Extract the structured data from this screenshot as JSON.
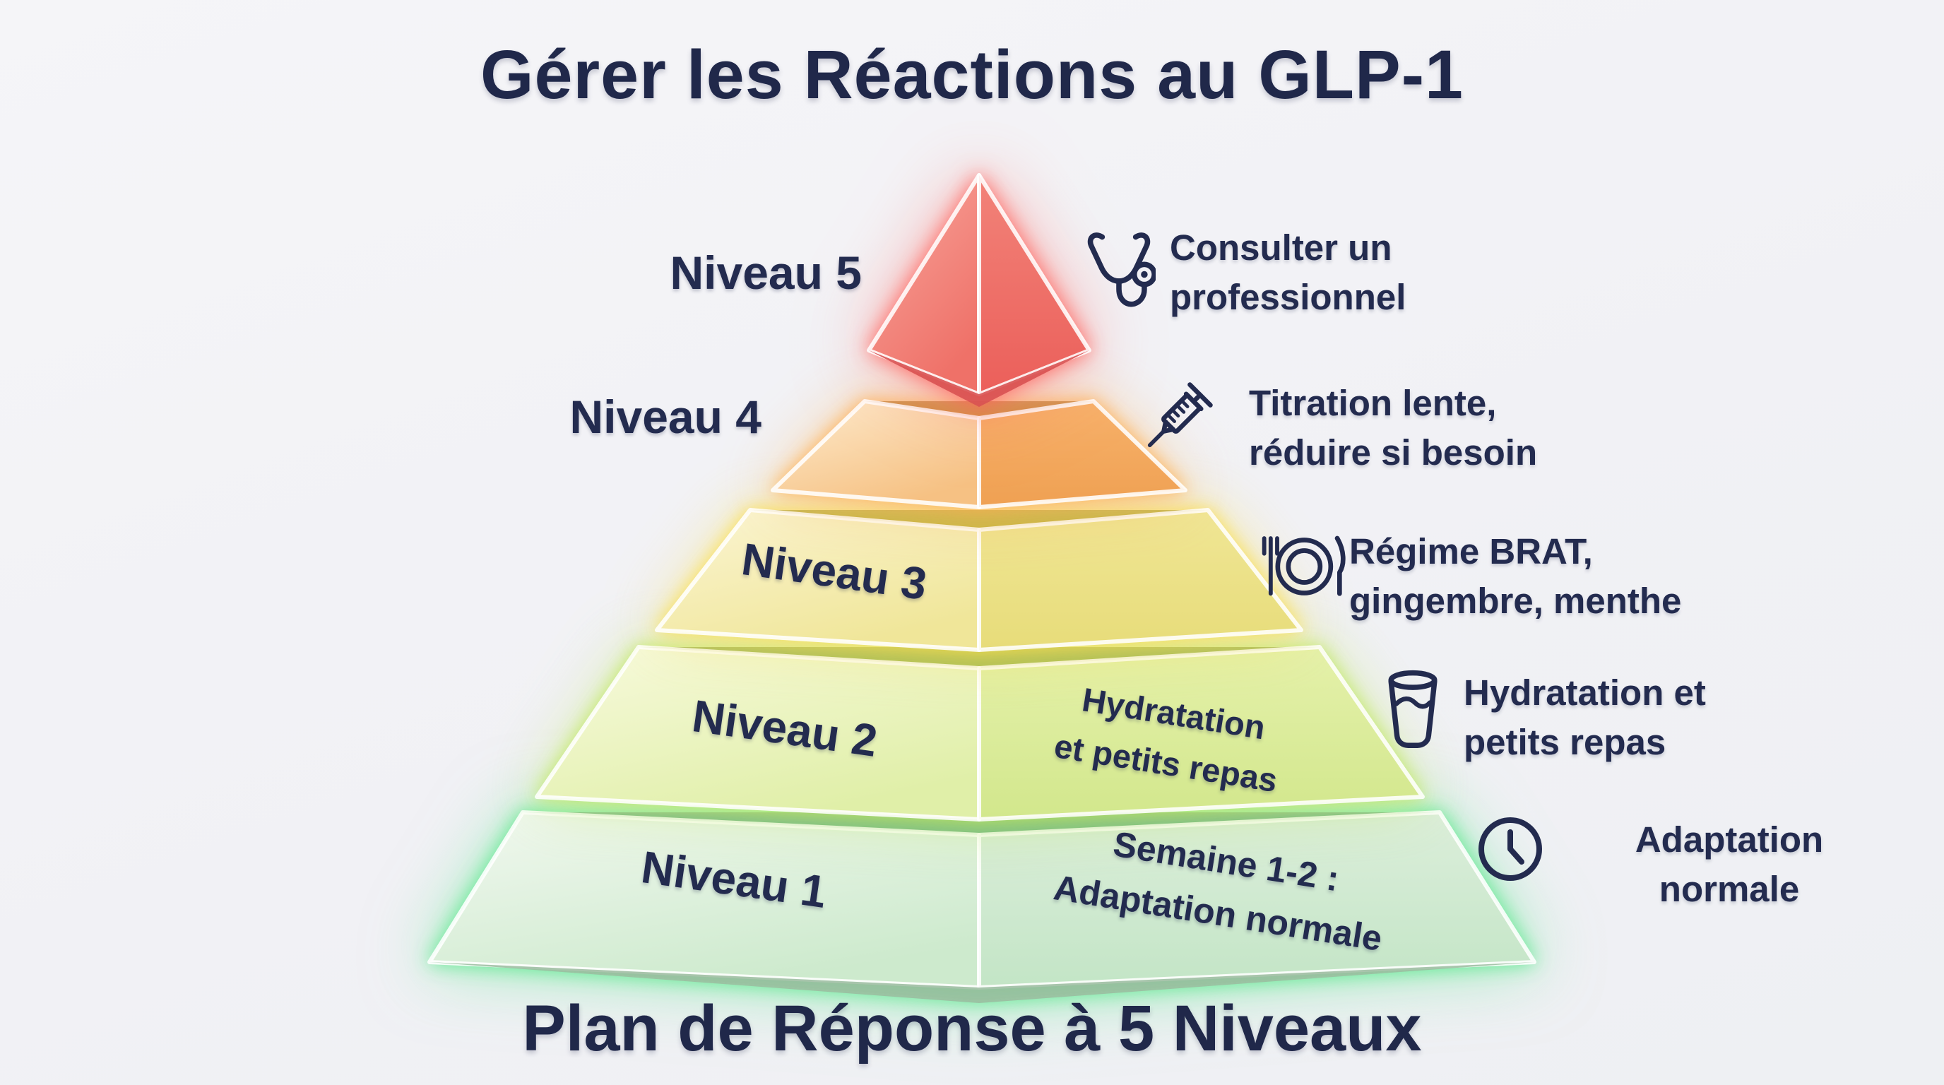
{
  "title": "Gérer les Réactions au GLP-1",
  "footer_title": "Plan de Réponse à 5 Niveaux",
  "colors": {
    "text_navy": "#232b4f",
    "background": "#f2f2f5",
    "level1_green": "#5ee584",
    "level2_lime": "#b6e84e",
    "level3_yellow": "#f2df63",
    "level4_orange": "#f2a55b",
    "level5_red": "#ef6a63"
  },
  "pyramid": {
    "levels": [
      {
        "label": "Niveau 1",
        "face_text_line1": "Semaine 1-2 :",
        "face_text_line2": "Adaptation normale",
        "icon": "clock-icon",
        "annotation_line1": "Adaptation",
        "annotation_line2": "normale"
      },
      {
        "label": "Niveau 2",
        "face_text_line1": "Hydratation",
        "face_text_line2": "et petits repas",
        "icon": "water-glass-icon",
        "annotation_line1": "Hydratation et",
        "annotation_line2": "petits repas"
      },
      {
        "label": "Niveau 3",
        "icon": "utensils-plate-icon",
        "annotation_line1": "Régime BRAT,",
        "annotation_line2": "gingembre, menthe"
      },
      {
        "label": "Niveau 4",
        "icon": "syringe-icon",
        "annotation_line1": "Titration lente,",
        "annotation_line2": "réduire si besoin"
      },
      {
        "label": "Niveau 5",
        "icon": "stethoscope-icon",
        "annotation_line1": "Consulter un",
        "annotation_line2": "professionnel"
      }
    ]
  }
}
